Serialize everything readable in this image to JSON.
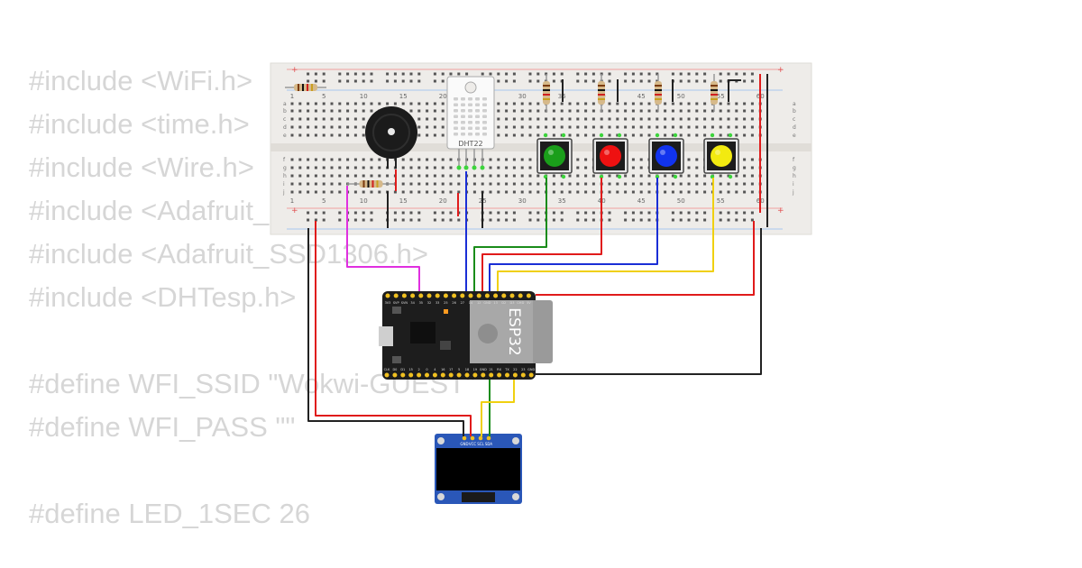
{
  "code_lines": [
    "#include <WiFi.h>",
    "#include <time.h>",
    "#include <Wire.h>",
    "#include <Adafruit_GFX.h>",
    "#include <Adafruit_SSD1306.h>",
    "#include <DHTesp.h>",
    "",
    "#define WFI_SSID \"Wokwi-GUEST\"",
    "#define WFI_PASS \"\"",
    "",
    "#define LED_1SEC 26"
  ],
  "breadboard": {
    "col_numbers": [
      "1",
      "5",
      "10",
      "15",
      "20",
      "25",
      "30",
      "35",
      "40",
      "45",
      "50",
      "55",
      "60"
    ],
    "row_letters_top": [
      "a",
      "b",
      "c",
      "d",
      "e"
    ],
    "row_letters_bottom": [
      "f",
      "g",
      "h",
      "i",
      "j"
    ],
    "rail_plus": "+",
    "rail_minus": "-"
  },
  "sensor": {
    "label": "DHT22"
  },
  "buttons": [
    {
      "name": "green",
      "color": "#1a9e1a"
    },
    {
      "name": "red",
      "color": "#ee1111"
    },
    {
      "name": "blue",
      "color": "#1133ee"
    },
    {
      "name": "yellow",
      "color": "#f2ea10"
    }
  ],
  "esp32": {
    "label": "ESP32",
    "pins_top": [
      "3V3",
      "SVP",
      "SVN",
      "34",
      "35",
      "32",
      "33",
      "25",
      "26",
      "27",
      "14",
      "12",
      "GND",
      "13",
      "D2",
      "D3",
      "CMD",
      "5V"
    ],
    "pins_bottom": [
      "CLK",
      "D0",
      "D1",
      "15",
      "2",
      "0",
      "4",
      "16",
      "17",
      "5",
      "18",
      "19",
      "GND",
      "21",
      "RX",
      "TX",
      "22",
      "23",
      "GND"
    ]
  },
  "oled": {
    "pins": [
      "GND",
      "VCC",
      "SCL",
      "SDA"
    ]
  },
  "wire_colors": {
    "red": "#e01b1b",
    "black": "#222222",
    "green": "#1a8c1a",
    "blue": "#1a2ed6",
    "yellow": "#f0d010",
    "magenta": "#e030e0"
  }
}
